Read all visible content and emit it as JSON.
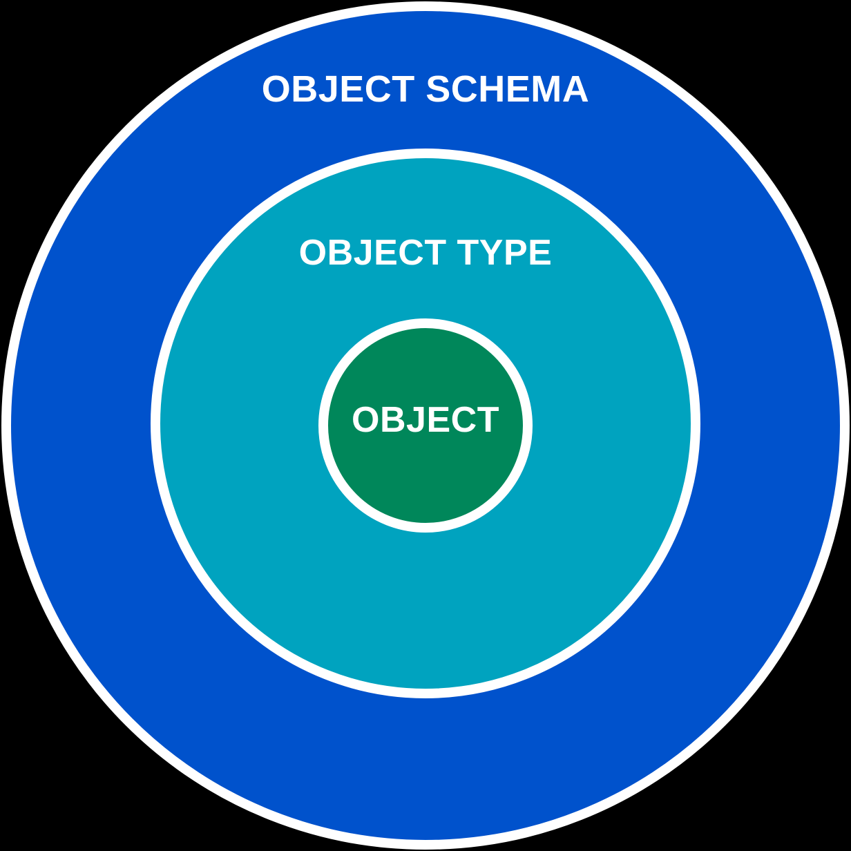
{
  "diagram": {
    "type": "concentric-circles",
    "background_color": "#000000",
    "ring_border_color": "#FFFFFF",
    "text_color": "#FFFFFF",
    "rings": [
      {
        "id": "object-schema",
        "label": "OBJECT SCHEMA",
        "color": "#0052CC",
        "level": "outer"
      },
      {
        "id": "object-type",
        "label": "OBJECT TYPE",
        "color": "#00A3BF",
        "level": "middle"
      },
      {
        "id": "object",
        "label": "OBJECT",
        "color": "#00875A",
        "level": "inner"
      }
    ]
  }
}
